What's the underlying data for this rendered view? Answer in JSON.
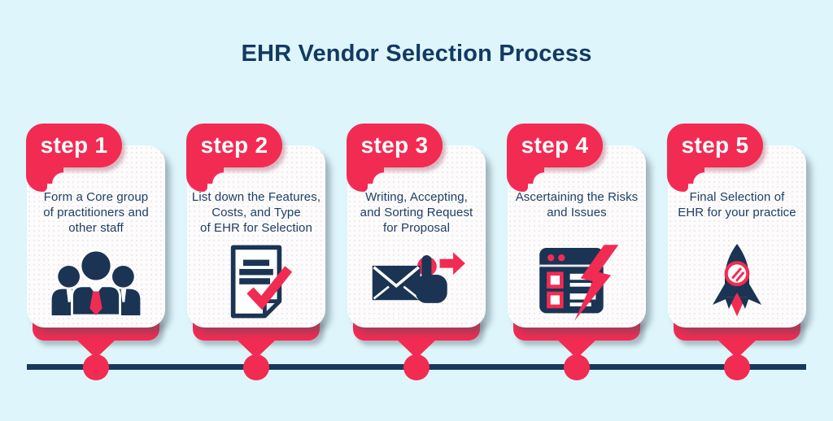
{
  "title": "EHR Vendor Selection Process",
  "colors": {
    "bg": "#def5fb",
    "pink": "#f22b52",
    "navy": "#1b3454",
    "text": "#1e3e66",
    "card": "#fcfcfd"
  },
  "steps": [
    {
      "badge": "step 1",
      "description": "Form a Core group\nof practitioners and\nother staff",
      "icon": "team-icon"
    },
    {
      "badge": "step 2",
      "description": "List down the Features,\nCosts, and Type\nof EHR for Selection",
      "icon": "document-check-icon"
    },
    {
      "badge": "step 3",
      "description": "Writing, Accepting,\nand Sorting Request\nfor Proposal",
      "icon": "send-proposal-icon"
    },
    {
      "badge": "step 4",
      "description": "Ascertaining the Risks\nand Issues",
      "icon": "risk-analysis-icon"
    },
    {
      "badge": "step 5",
      "description": "Final Selection of\nEHR for your practice",
      "icon": "rocket-launch-icon"
    }
  ],
  "timeline": {
    "node_count": 5
  }
}
